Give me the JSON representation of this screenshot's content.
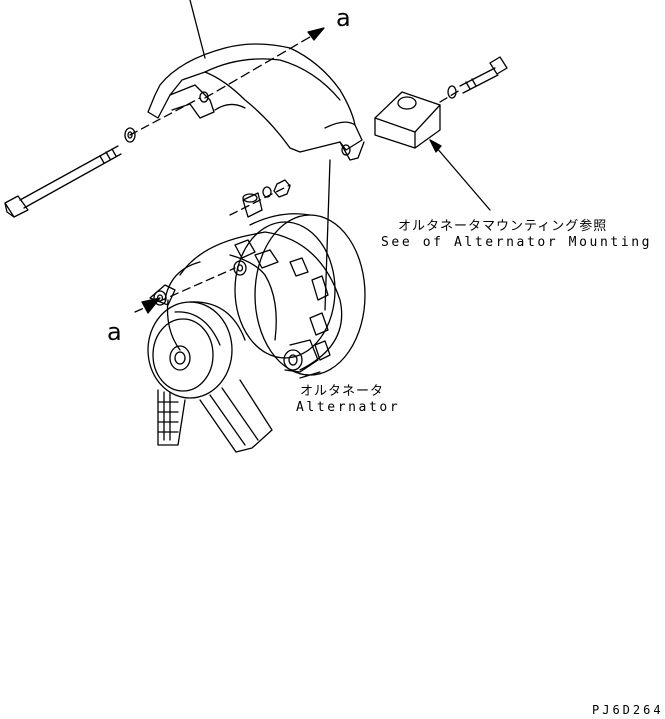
{
  "labels": {
    "ref_a_top": "a",
    "ref_a_left": "a",
    "mounting_jp": "オルタネータマウンティング参照",
    "mounting_en": "See of Alternator Mounting",
    "alternator_jp": "オルタネータ",
    "alternator_en": "Alternator",
    "drawing_code": "PJ6D264"
  },
  "colors": {
    "line": "#000000",
    "background": "#ffffff"
  }
}
